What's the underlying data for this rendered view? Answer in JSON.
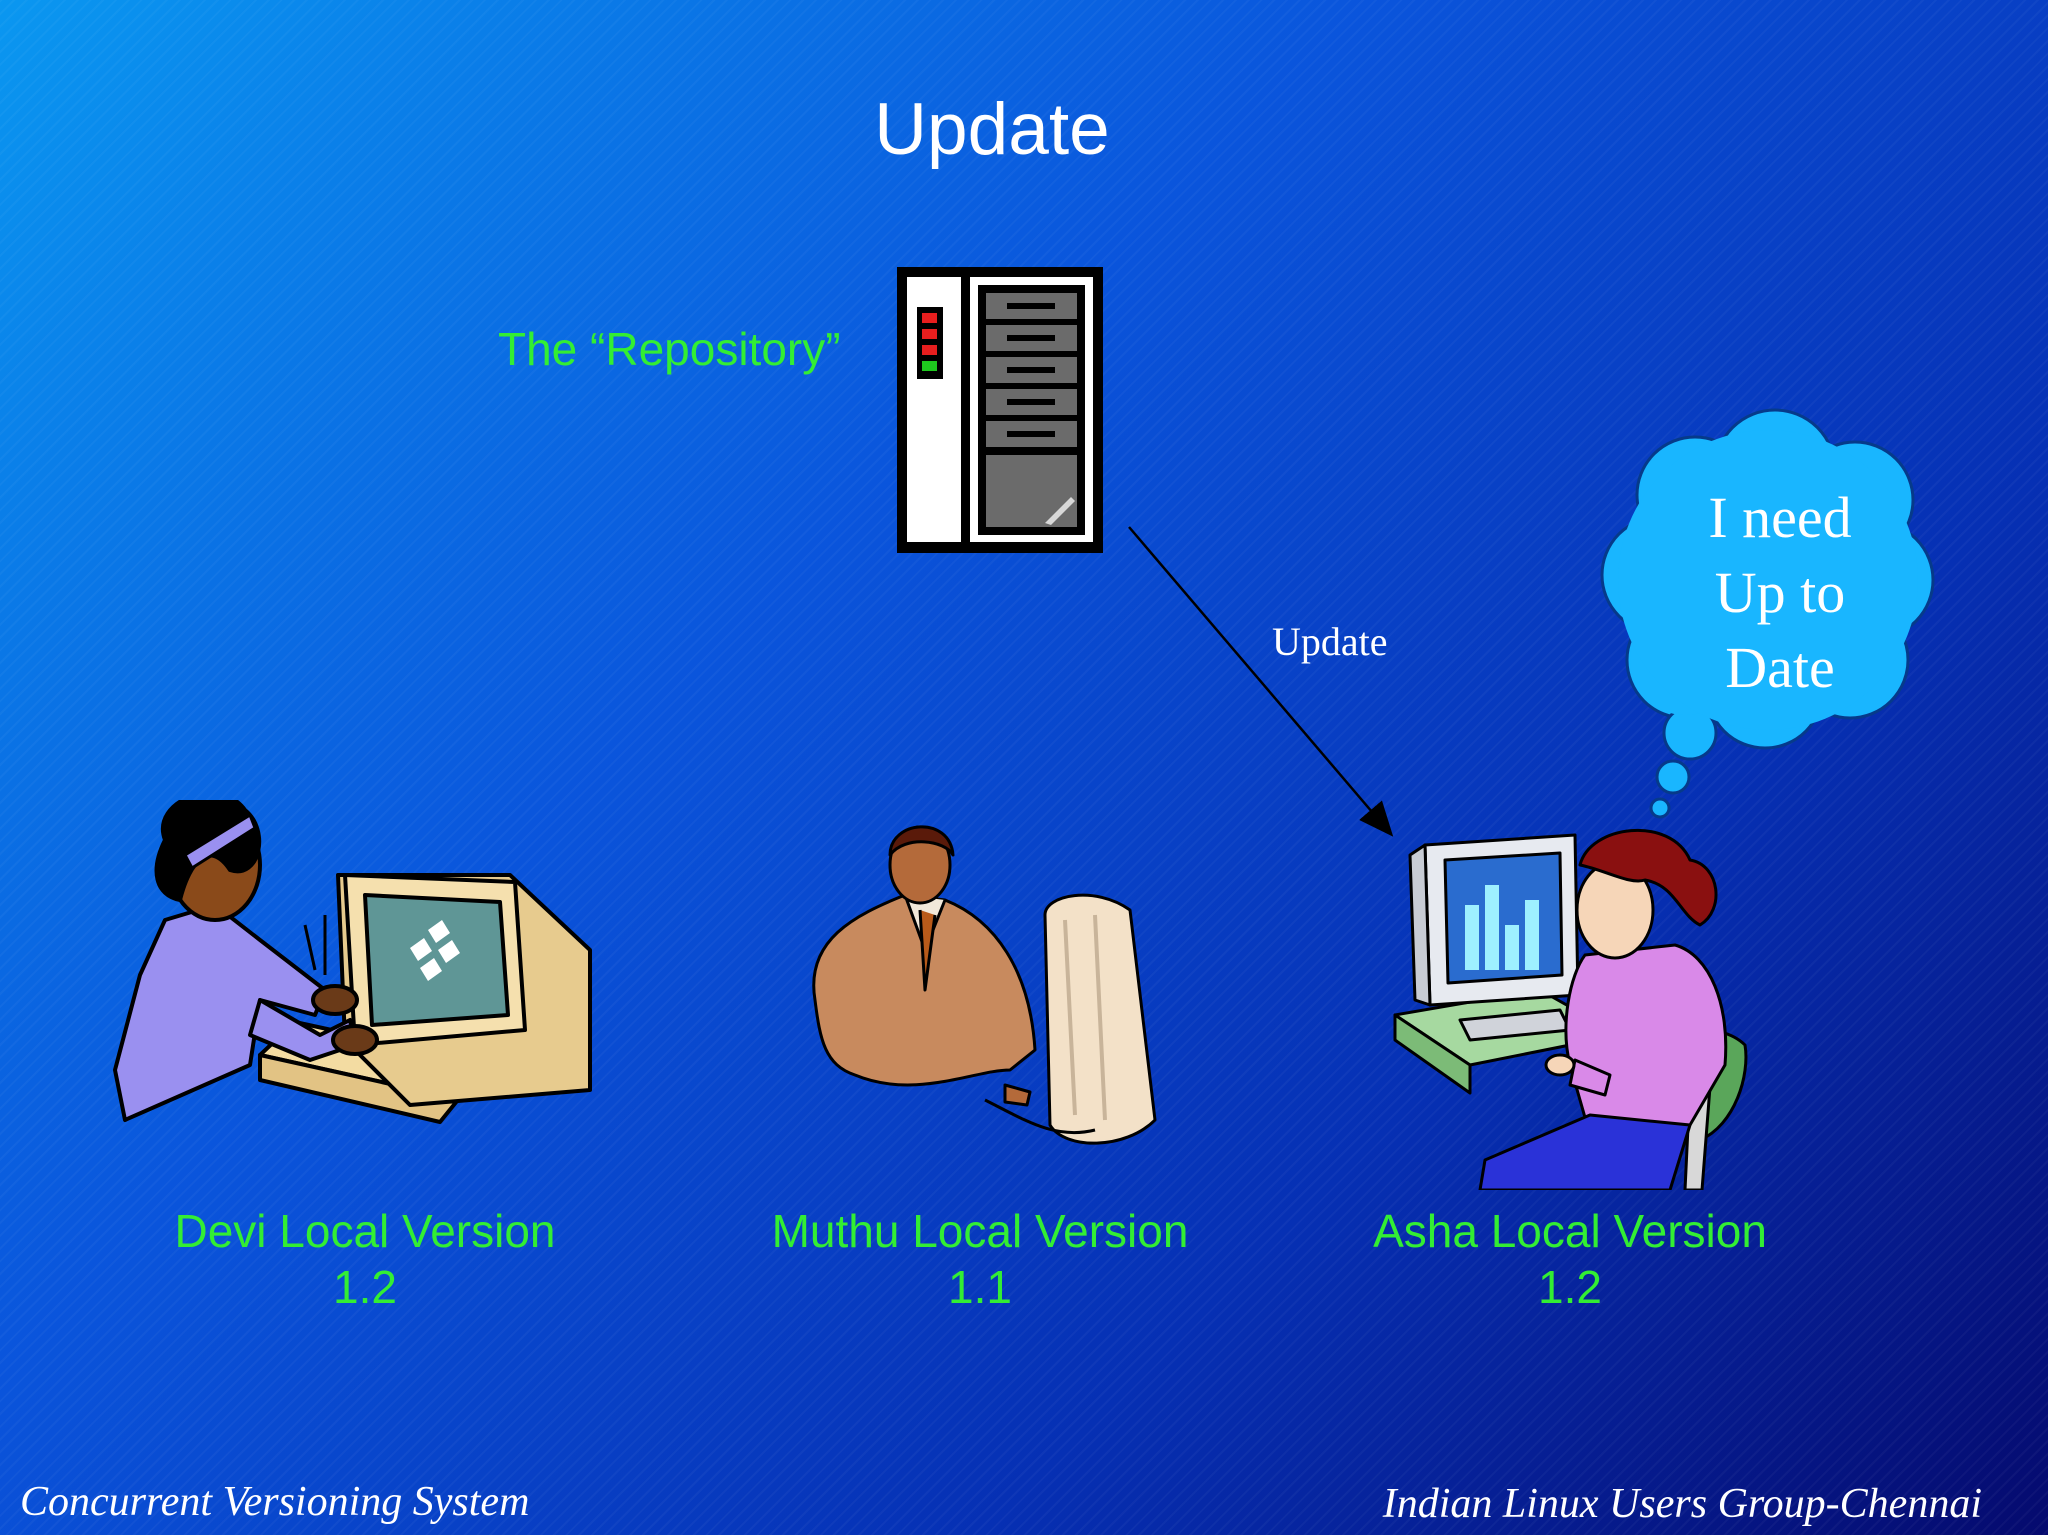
{
  "slide": {
    "title": "Update",
    "repository_label": "The “Repository”",
    "arrow_label": "Update",
    "thought_bubble": [
      "I need",
      "Up to",
      "Date"
    ],
    "users": [
      {
        "name_line": "Devi Local Version",
        "version": "1.2"
      },
      {
        "name_line": "Muthu Local Version",
        "version": "1.1"
      },
      {
        "name_line": "Asha Local Version",
        "version": "1.2"
      }
    ],
    "footer_left": "Concurrent Versioning System",
    "footer_right": "Indian Linux Users Group-Chennai"
  },
  "colors": {
    "label_green": "#33ee33",
    "background_top": "#0a97f0",
    "background_bottom": "#050a6e",
    "thought_cloud": "#19b6ff"
  },
  "icons": [
    "server-icon",
    "woman-at-computer-icon",
    "man-at-computer-icon",
    "woman-at-workstation-icon",
    "thought-cloud-icon",
    "arrow-icon"
  ]
}
